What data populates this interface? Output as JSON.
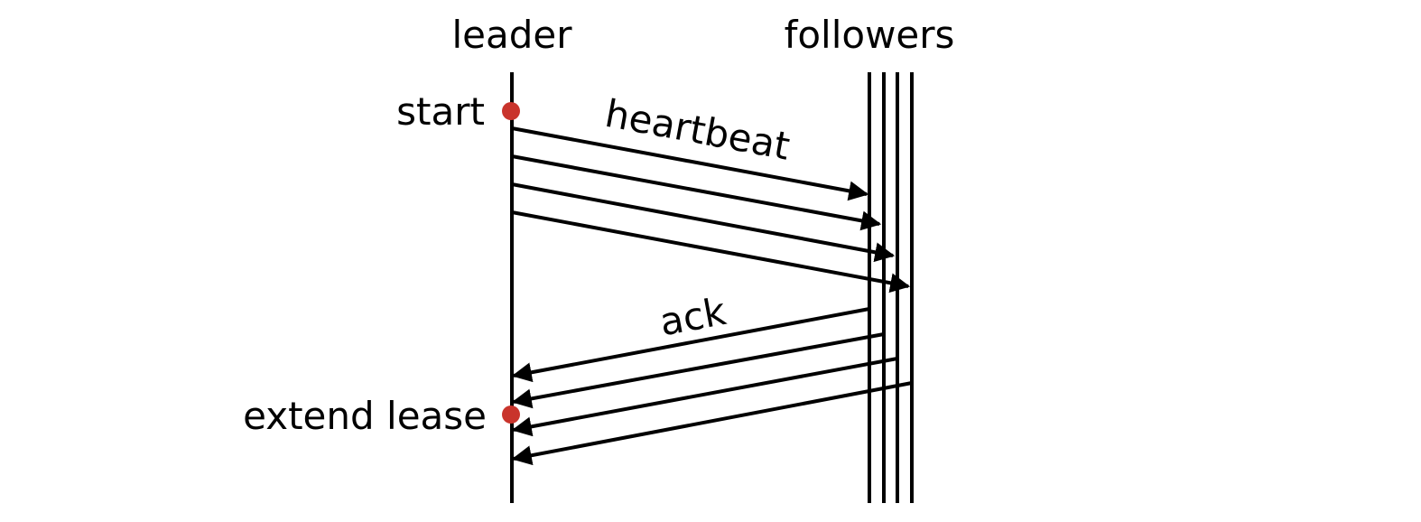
{
  "participants": {
    "leader": "leader",
    "followers": "followers"
  },
  "events": {
    "start": "start",
    "extend_lease": "extend lease"
  },
  "messages": {
    "heartbeat": "heartbeat",
    "ack": "ack"
  },
  "follower_count": 4,
  "colors": {
    "line": "#000000",
    "event_marker": "#c9342c",
    "background": "#ffffff"
  }
}
